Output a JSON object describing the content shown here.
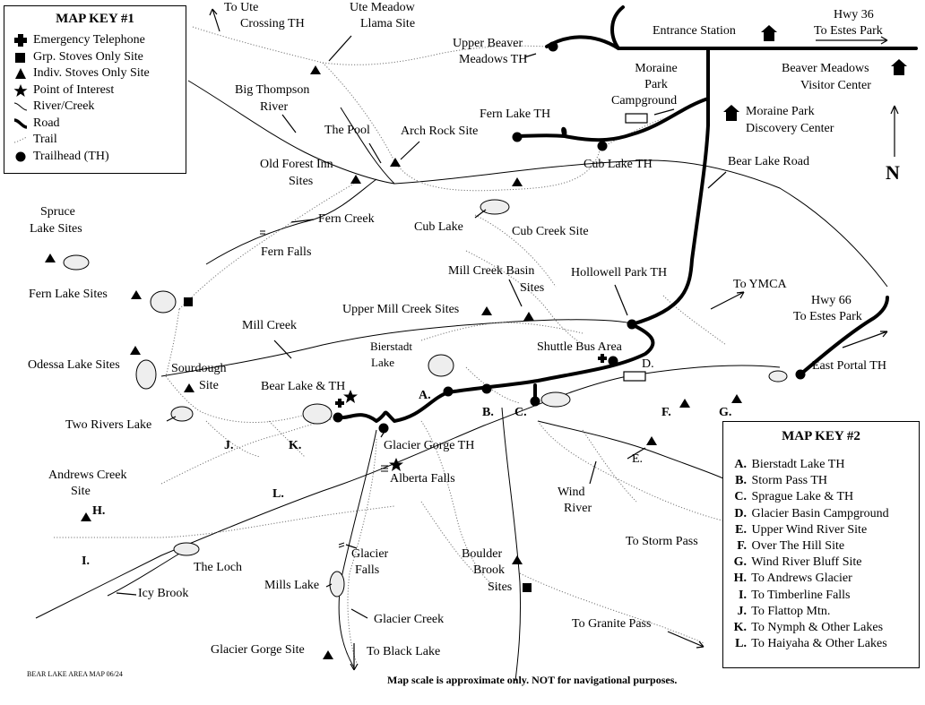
{
  "map_key_1": {
    "title": "MAP KEY #1",
    "items": [
      {
        "icon": "cross-icon",
        "label": "Emergency Telephone"
      },
      {
        "icon": "square-icon",
        "label": "Grp. Stoves Only Site"
      },
      {
        "icon": "triangle-icon",
        "label": "Indiv. Stoves Only Site"
      },
      {
        "icon": "star-icon",
        "label": "Point of Interest"
      },
      {
        "icon": "river-icon",
        "label": "River/Creek"
      },
      {
        "icon": "road-icon",
        "label": "Road"
      },
      {
        "icon": "trail-icon",
        "label": "Trail"
      },
      {
        "icon": "trailhead-dot-icon",
        "label": "Trailhead (TH)"
      }
    ]
  },
  "map_key_2": {
    "title": "MAP KEY #2",
    "items": [
      {
        "letter": "A.",
        "label": "Bierstadt Lake TH"
      },
      {
        "letter": "B.",
        "label": "Storm Pass TH"
      },
      {
        "letter": "C.",
        "label": "Sprague Lake & TH"
      },
      {
        "letter": "D.",
        "label": "Glacier Basin Campground"
      },
      {
        "letter": "E.",
        "label": "Upper Wind River Site"
      },
      {
        "letter": "F.",
        "label": "Over The Hill Site"
      },
      {
        "letter": "G.",
        "label": "Wind River Bluff Site"
      },
      {
        "letter": "H.",
        "label": "To Andrews Glacier"
      },
      {
        "letter": "I.",
        "label": "To Timberline Falls"
      },
      {
        "letter": "J.",
        "label": "To Flattop Mtn."
      },
      {
        "letter": "K.",
        "label": "To Nymph & Other Lakes"
      },
      {
        "letter": "L.",
        "label": "To Haiyaha & Other Lakes"
      }
    ]
  },
  "labels": {
    "to_ute": "To Ute",
    "crossing_th": "Crossing TH",
    "ute_meadow": "Ute Meadow",
    "llama_site": "Llama Site",
    "upper_beaver": "Upper Beaver",
    "meadows_th": "Meadows TH",
    "entrance_station": "Entrance Station",
    "hwy36": "Hwy 36",
    "to_estes_1": "To Estes Park",
    "moraine": "Moraine",
    "park": "Park",
    "campground": "Campground",
    "beaver_meadows": "Beaver Meadows",
    "visitor_center": "Visitor Center",
    "moraine_park": "Moraine Park",
    "discovery_center": "Discovery Center",
    "big_thompson": "Big Thompson",
    "river": "River",
    "the_pool": "The Pool",
    "arch_rock": "Arch Rock Site",
    "fern_lake_th": "Fern Lake TH",
    "cub_lake_th": "Cub Lake TH",
    "bear_lake_road": "Bear Lake Road",
    "old_forest_inn": "Old Forest Inn",
    "sites": "Sites",
    "fern_creek": "Fern Creek",
    "spruce": "Spruce",
    "lake_sites": "Lake Sites",
    "cub_lake": "Cub Lake",
    "cub_creek_site": "Cub Creek Site",
    "fern_falls": "Fern Falls",
    "mill_creek_basin": "Mill Creek Basin",
    "mill_sites": "Sites",
    "hollowell": "Hollowell Park TH",
    "to_ymca": "To YMCA",
    "hwy66": "Hwy 66",
    "to_estes_2": "To Estes Park",
    "fern_lake_sites": "Fern Lake Sites",
    "upper_mill": "Upper Mill Creek Sites",
    "mill_creek": "Mill Creek",
    "bierstadt": "Bierstadt",
    "lake": "Lake",
    "shuttle": "Shuttle Bus Area",
    "odessa": "Odessa Lake Sites",
    "sourdough": "Sourdough",
    "site": "Site",
    "bear_lake_th": "Bear Lake & TH",
    "east_portal": "East Portal TH",
    "two_rivers": "Two Rivers Lake",
    "glacier_gorge_th": "Glacier Gorge TH",
    "alberta_falls": "Alberta Falls",
    "andrews_creek": "Andrews Creek",
    "andrews_site": "Site",
    "wind": "Wind",
    "wind_river": "River",
    "to_storm_pass": "To Storm Pass",
    "the_loch": "The Loch",
    "icy_brook": "Icy Brook",
    "glacier": "Glacier",
    "falls": "Falls",
    "mills_lake": "Mills Lake",
    "boulder": "Boulder",
    "brook": "Brook",
    "boulder_sites": "Sites",
    "glacier_creek": "Glacier Creek",
    "to_granite": "To Granite Pass",
    "glacier_gorge_site": "Glacier Gorge Site",
    "to_black_lake": "To Black Lake",
    "north": "N"
  },
  "letters": {
    "a": "A.",
    "b": "B.",
    "c": "C.",
    "d": "D.",
    "e": "E.",
    "f": "F.",
    "g": "G.",
    "h": "H.",
    "i": "I.",
    "j": "J.",
    "k": "K.",
    "l": "L."
  },
  "footer": {
    "map_id": "BEAR LAKE AREA MAP 06/24",
    "disclaimer": "Map scale is approximate only.  NOT for navigational purposes."
  }
}
